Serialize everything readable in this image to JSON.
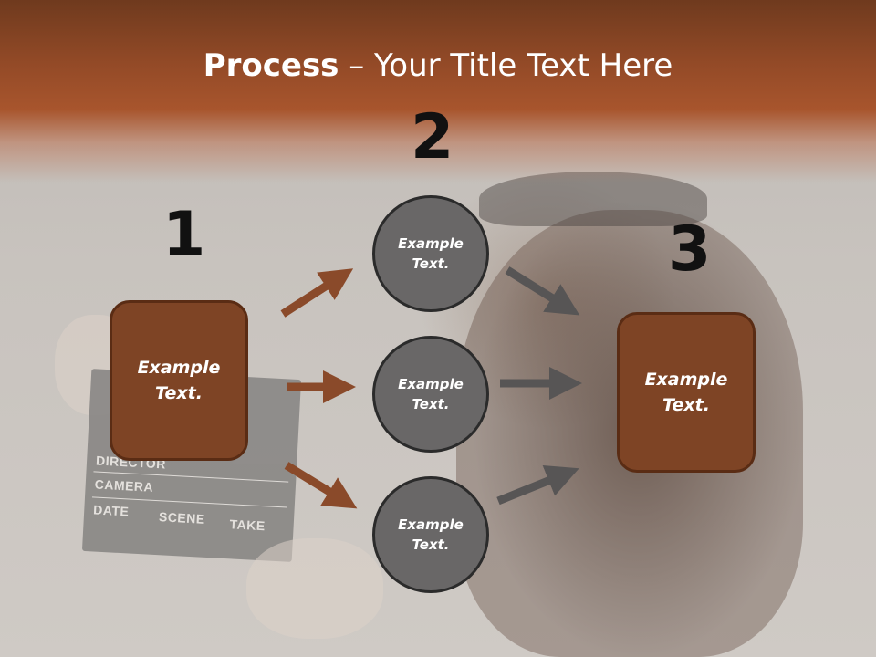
{
  "title": {
    "bold": "Process",
    "rest": " – Your Title Text Here"
  },
  "steps": [
    {
      "number": "1"
    },
    {
      "number": "2"
    },
    {
      "number": "3"
    }
  ],
  "left_box": {
    "text": "Example Text."
  },
  "right_box": {
    "text": "Example Text."
  },
  "circles": [
    {
      "text": "Example Text."
    },
    {
      "text": "Example Text."
    },
    {
      "text": "Example Text."
    }
  ],
  "background_photo_text": {
    "row1": "DIRECTOR",
    "row2": "CAMERA",
    "row3": "DATE",
    "row3b": "SCENE",
    "row3c": "TAKE"
  },
  "colors": {
    "header": "#a8552d",
    "box_fill": "#7e4425",
    "circle_fill": "#696767",
    "arrow_brown": "#8a4a2a",
    "arrow_gray": "#575555"
  }
}
